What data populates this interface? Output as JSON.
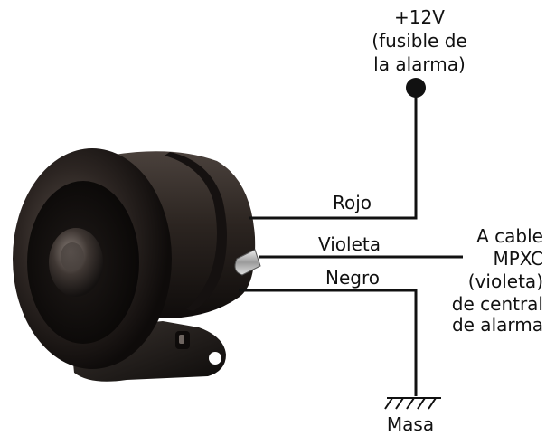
{
  "power": {
    "lines": [
      "+12V",
      "(fusible de",
      "la alarma)"
    ]
  },
  "wires": {
    "rojo": "Rojo",
    "violeta": "Violeta",
    "negro": "Negro"
  },
  "destination": {
    "lines": [
      "A cable",
      "MPXC",
      "(violeta)",
      "de central",
      "de alarma"
    ]
  },
  "ground": {
    "label": "Masa"
  },
  "colors": {
    "wire": "#111111",
    "siren_body": "#2a2522",
    "background": "#ffffff"
  }
}
